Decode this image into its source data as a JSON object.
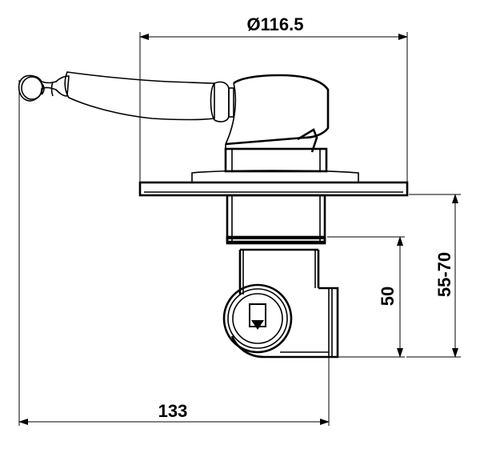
{
  "dimensions": {
    "top_diameter": "Ø116.5",
    "bottom_width": "133",
    "inner_depth": "50",
    "outer_depth": "55-70"
  }
}
